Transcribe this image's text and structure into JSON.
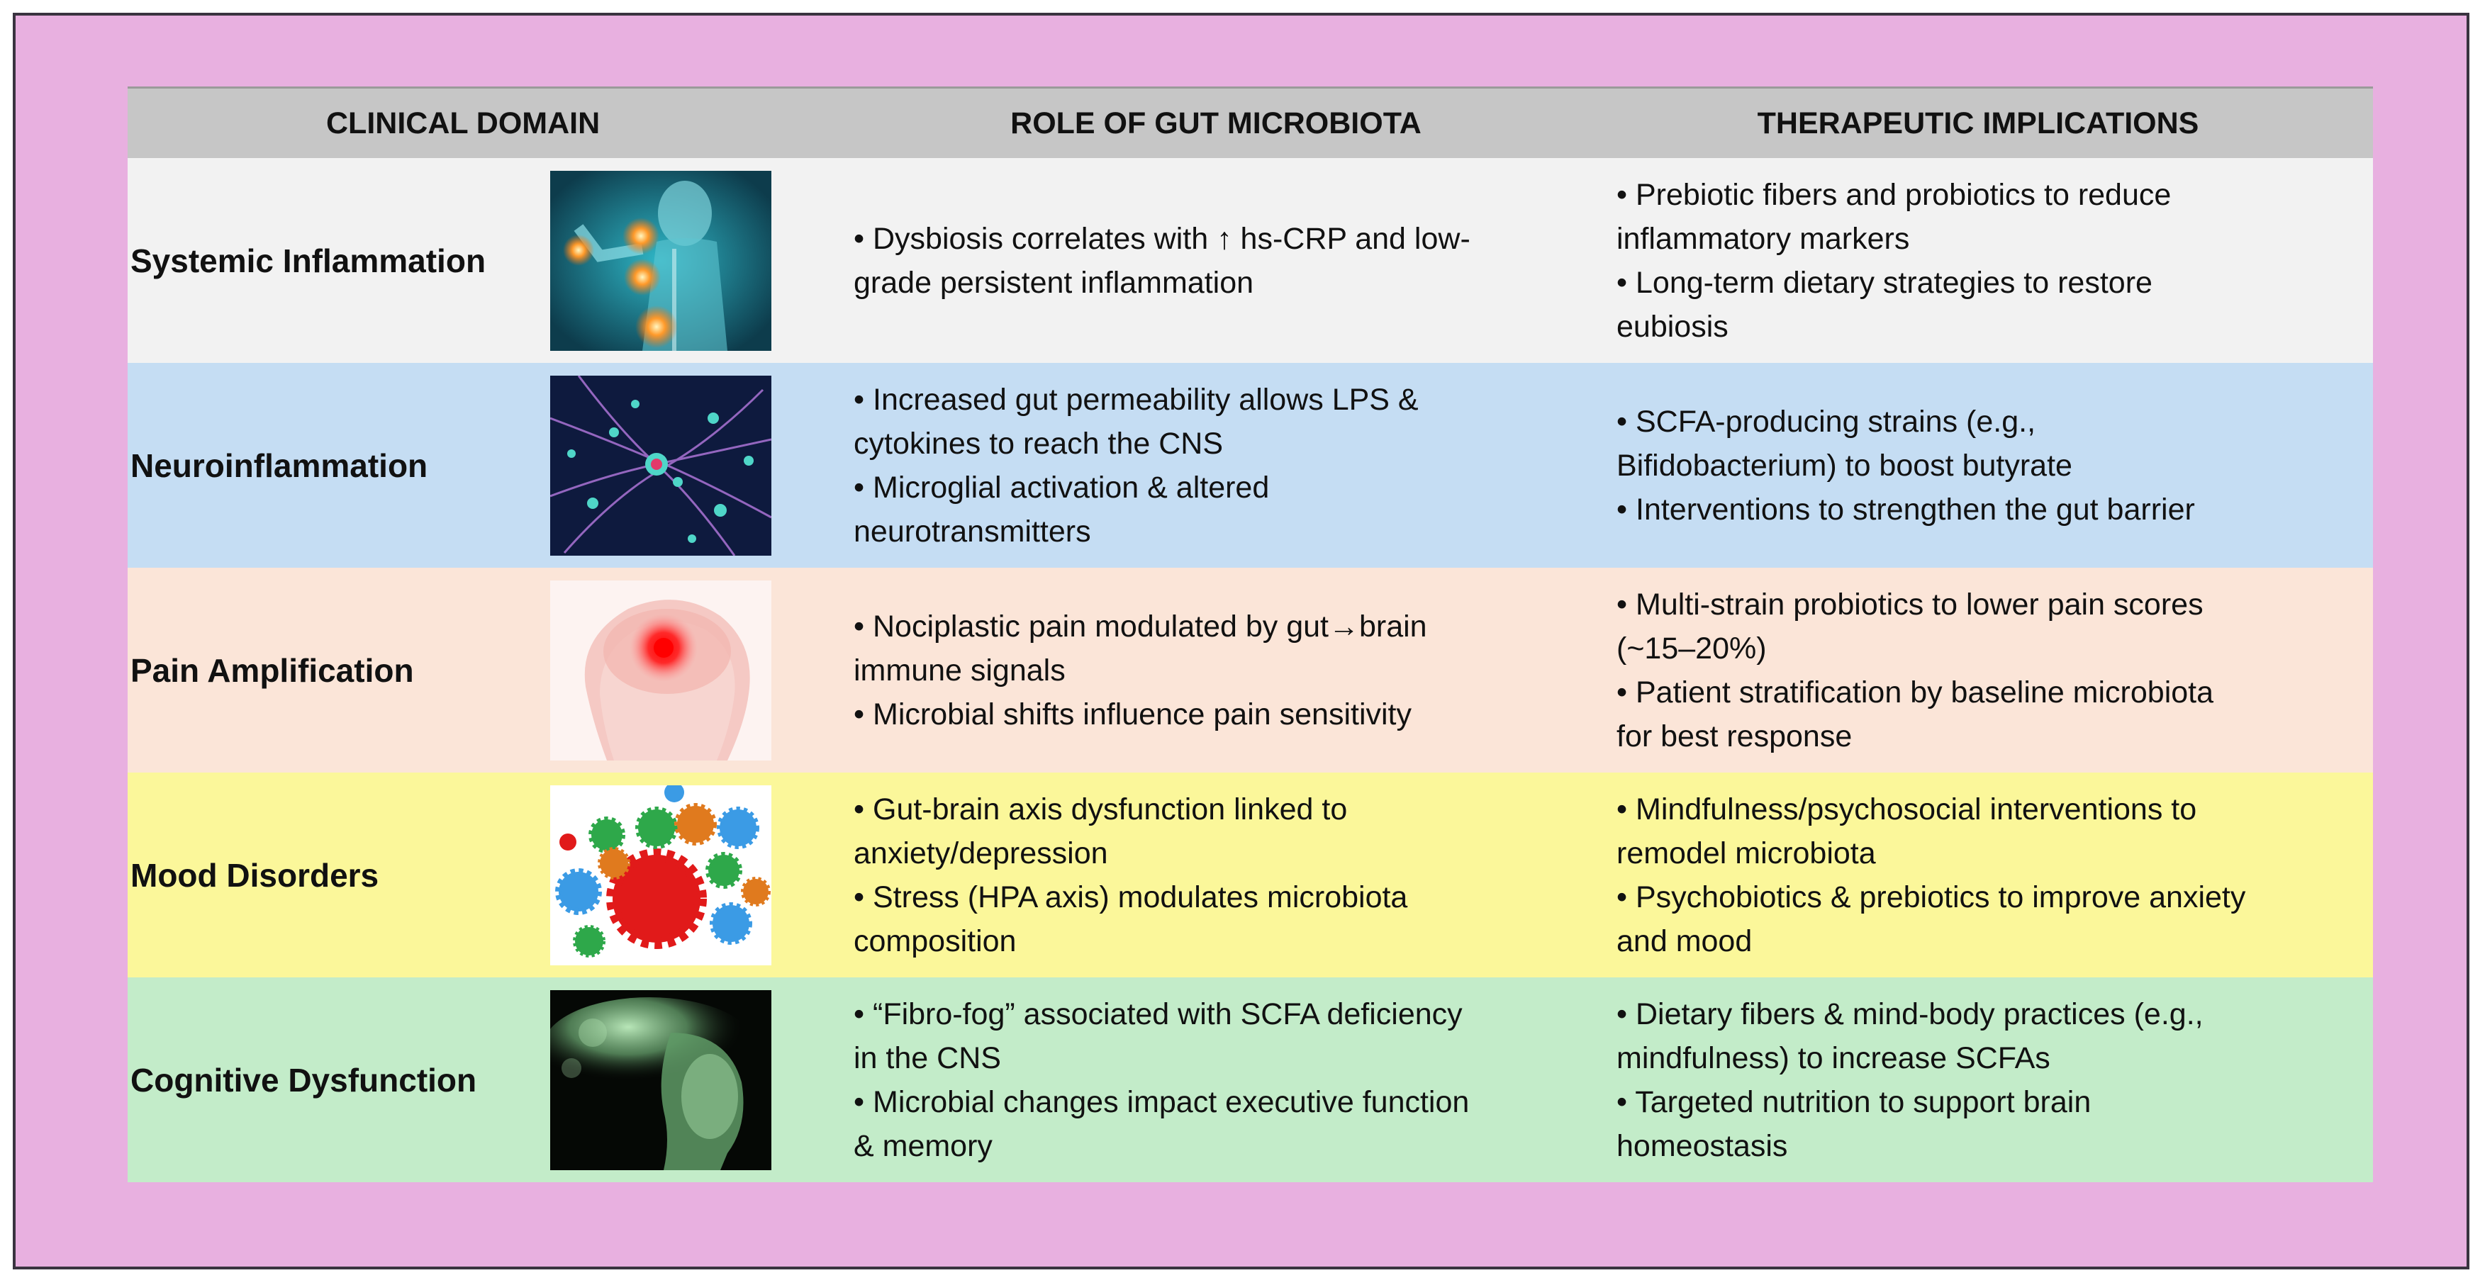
{
  "headers": {
    "domain": "CLINICAL DOMAIN",
    "role": "ROLE OF GUT MICROBIOTA",
    "therapeutic": "THERAPEUTIC IMPLICATIONS"
  },
  "rows": [
    {
      "domain": "Systemic Inflammation",
      "bg": "#f2f2f2",
      "image_icon": "inflamed-body-icon",
      "role": [
        "• Dysbiosis correlates with ↑ hs-CRP and low-",
        "grade persistent inflammation"
      ],
      "therapeutic": [
        "• Prebiotic fibers and probiotics to reduce",
        "inflammatory markers",
        "• Long-term dietary strategies to restore",
        "eubiosis"
      ]
    },
    {
      "domain": "Neuroinflammation",
      "bg": "#c5ddf3",
      "image_icon": "neurons-icon",
      "role": [
        "• Increased gut permeability allows LPS &",
        "cytokines to reach the CNS",
        "• Microglial activation & altered",
        "neurotransmitters"
      ],
      "therapeutic": [
        "• SCFA-producing strains (e.g.,",
        "Bifidobacterium) to boost butyrate",
        "• Interventions to strengthen the gut barrier"
      ]
    },
    {
      "domain": "Pain Amplification",
      "bg": "#fbe5d8",
      "image_icon": "head-pain-icon",
      "role": [
        "• Nociplastic pain modulated by gut→brain",
        "immune signals",
        "• Microbial shifts influence pain sensitivity"
      ],
      "therapeutic": [
        "• Multi-strain probiotics to lower pain scores",
        "(~15–20%)",
        "• Patient stratification by baseline microbiota",
        "for best response"
      ]
    },
    {
      "domain": "Mood Disorders",
      "bg": "#fbf79a",
      "image_icon": "gears-icon",
      "role": [
        "• Gut-brain axis dysfunction linked to",
        "anxiety/depression",
        "• Stress (HPA axis) modulates microbiota",
        "composition"
      ],
      "therapeutic": [
        "• Mindfulness/psychosocial interventions to",
        "remodel microbiota",
        "• Psychobiotics & prebiotics to improve anxiety",
        "and mood"
      ]
    },
    {
      "domain": "Cognitive Dysfunction",
      "bg": "#c3ecc9",
      "image_icon": "fading-head-icon",
      "role": [
        "• “Fibro-fog” associated with SCFA deficiency",
        "in the CNS",
        "• Microbial changes impact executive function",
        "& memory"
      ],
      "therapeutic": [
        "• Dietary fibers & mind-body practices (e.g.,",
        "mindfulness) to increase SCFAs",
        "• Targeted nutrition to support brain",
        "homeostasis"
      ]
    }
  ]
}
